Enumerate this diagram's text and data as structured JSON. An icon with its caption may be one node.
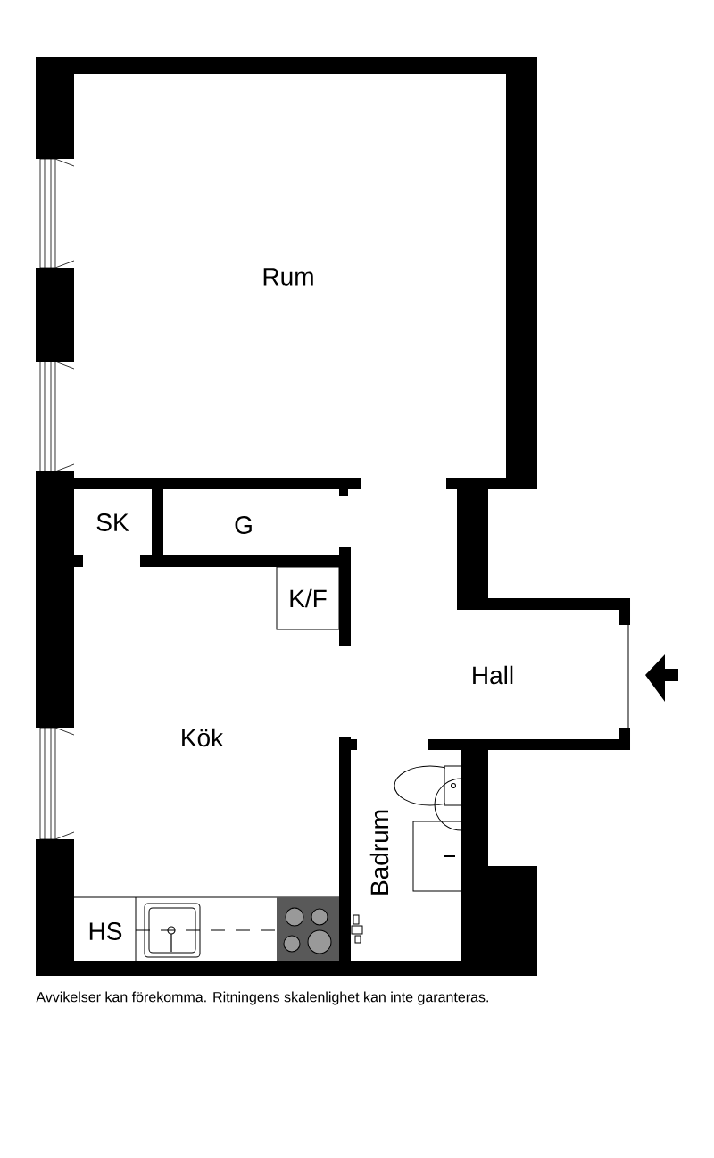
{
  "diagram": {
    "caption": "Avvikelser kan förekomma. Ritningens skalenlighet kan inte garanteras.",
    "nodes": [
      {
        "text": [
          "K/F"
        ]
      }
    ],
    "labels": [
      "Rum",
      "SK",
      "G",
      "Hall",
      "Kök",
      "Badrum",
      "HS"
    ]
  }
}
